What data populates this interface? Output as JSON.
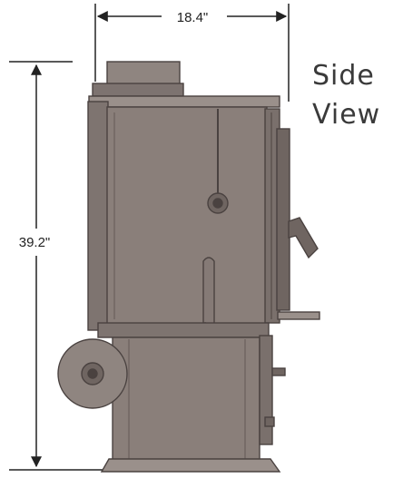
{
  "dimensions": {
    "width_label": "18.4\"",
    "height_label": "39.2\""
  },
  "view_label": {
    "line1": "Side",
    "line2": "View"
  },
  "colors": {
    "stove_body": "#8a7f7a",
    "stove_outline": "#4a4240",
    "stove_dark": "#6f6561",
    "stove_light": "#a49a95",
    "dimension_line": "#222222",
    "view_text": "#3a3a3a"
  }
}
